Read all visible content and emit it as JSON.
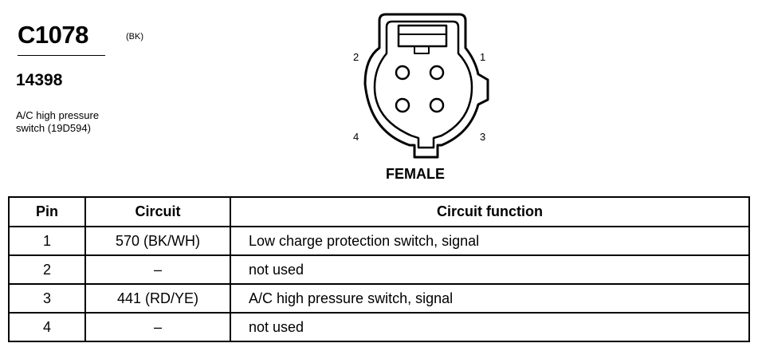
{
  "connector": {
    "id": "C1078",
    "color_code": "(BK)",
    "part_number": "14398",
    "description_line1": "A/C high pressure",
    "description_line2": "switch (19D594)",
    "gender": "FEMALE"
  },
  "pin_labels": {
    "p1": "1",
    "p2": "2",
    "p3": "3",
    "p4": "4"
  },
  "table": {
    "headers": [
      "Pin",
      "Circuit",
      "Circuit function"
    ],
    "rows": [
      {
        "pin": "1",
        "circuit": "570 (BK/WH)",
        "function": "Low charge protection switch, signal"
      },
      {
        "pin": "2",
        "circuit": "–",
        "function": "not used"
      },
      {
        "pin": "3",
        "circuit": "441 (RD/YE)",
        "function": "A/C high pressure switch, signal"
      },
      {
        "pin": "4",
        "circuit": "–",
        "function": "not used"
      }
    ]
  }
}
